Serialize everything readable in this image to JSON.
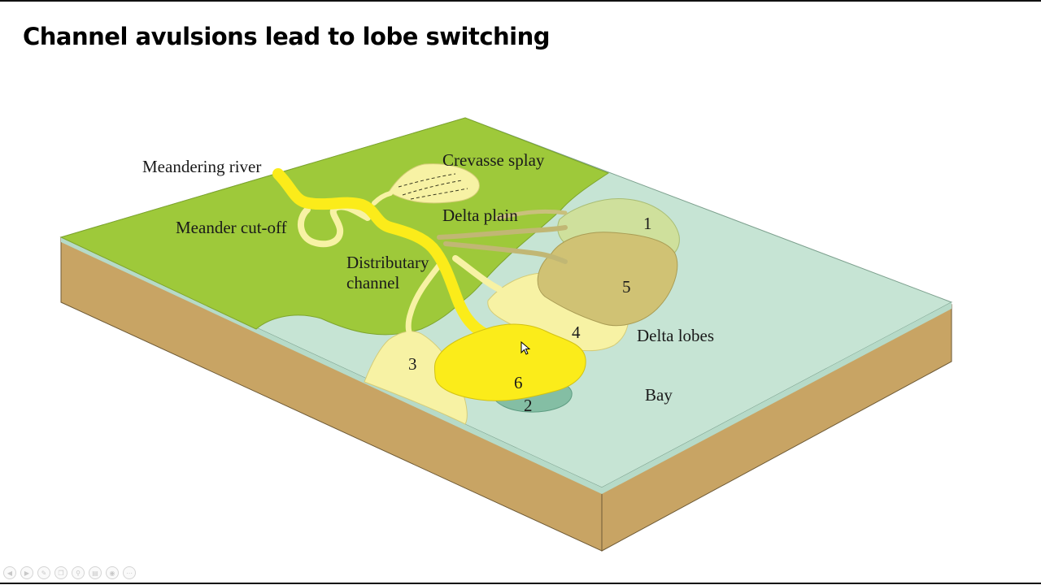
{
  "slide": {
    "title": "Channel avulsions lead to lobe switching"
  },
  "diagram": {
    "labels": {
      "meandering_river": "Meandering river",
      "crevasse_splay": "Crevasse splay",
      "meander_cutoff": "Meander cut-off",
      "delta_plain": "Delta plain",
      "distributary_channel_line1": "Distributary",
      "distributary_channel_line2": "channel",
      "delta_lobes": "Delta lobes",
      "bay": "Bay"
    },
    "lobe_numbers": [
      "1",
      "2",
      "3",
      "4",
      "5",
      "6"
    ],
    "colors": {
      "land": "#9ec93a",
      "water": "#c6e4d4",
      "soil": "#c8a464",
      "river": "#fbec1a",
      "lobe_pale": "#f7f2a4",
      "lobe_1": "#cfe09c",
      "lobe_5": "#d0c274",
      "lobe_2": "#84bea4",
      "channel_olive": "#b7ae62"
    }
  },
  "toolbar": {
    "icons": [
      "prev-icon",
      "next-icon",
      "pen-icon",
      "copy-icon",
      "zoom-icon",
      "slides-icon",
      "camera-icon",
      "more-icon"
    ]
  }
}
